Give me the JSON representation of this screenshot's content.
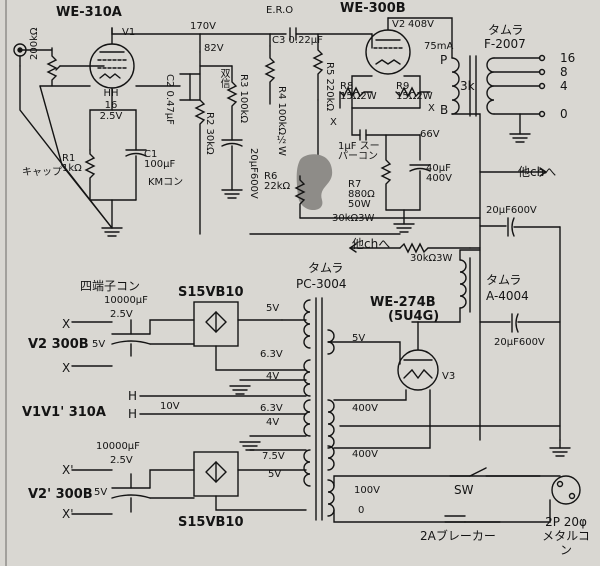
{
  "tubes": {
    "v1_type": "WE-310A",
    "v1_ref": "V1",
    "v2_type": "WE-300B",
    "v2_ref": "V2",
    "v2_plate_v": "408V",
    "v2_current": "75mA",
    "v3_type": "WE-274B",
    "v3_alt": "(5U4G)",
    "v3_ref": "V3"
  },
  "circuit_labels": {
    "ero": "E.R.O",
    "v_170": "170V",
    "v_82": "82V",
    "v_66": "66V",
    "c3": "C3 0.22μF",
    "c2": "C2 0.47μF",
    "c2_note": "双信",
    "c1": "C1 100μF",
    "c1_note": "KMコン",
    "r1": "R1 1kΩ",
    "r2": "R2 30kΩ",
    "r3": "R3 100kΩ",
    "r4": "R4 100kΩ½W",
    "r5": "R5 220kΩ",
    "r6": "R6 22kΩ",
    "r7": "R7 880Ω 50W",
    "r8": "R8 15Ω2W",
    "r9": "R9 15Ω2W",
    "pot": "200kΩ",
    "cap_label": "キャップ",
    "v1_vals": "HH 16 2.5V",
    "c_20uf": "20μF600V",
    "c_40uf": "40μF 400V",
    "c_super": "1μF スーパーコン",
    "r_30k3w": "30kΩ3W",
    "other_ch": "他chへ",
    "x": "X"
  },
  "output": {
    "tamura": "タムラ",
    "model": "F-2007",
    "imp": "3k",
    "p": "P",
    "b": "B",
    "t16": "16",
    "t8": "8",
    "t4": "4",
    "t0": "0"
  },
  "power": {
    "pc_brand": "タムラ",
    "pc_model": "PC-3004",
    "choke_brand": "タムラ",
    "choke_model": "A-4004",
    "bridge1": "S15VB10",
    "bridge2": "S15VB10",
    "four_term": "四端子コン",
    "cap_10000": "10000μF",
    "v_25": "2.5V",
    "v_5": "5V",
    "v2_300b": "V2 300B",
    "v2p_300b": "V2' 300B",
    "v1_310a": "V1V1' 310A",
    "h": "H",
    "xp": "X'",
    "v_63": "6.3V",
    "v_4": "4V",
    "v_10": "10V",
    "v_75": "7.5V",
    "v_400": "400V",
    "v_100": "100V",
    "v_0": "0",
    "sw": "SW",
    "breaker": "2Aブレーカー",
    "mains": "2P 20φ メタルコン"
  },
  "colors": {
    "paper": "#d9d7d2",
    "ink": "#141414",
    "shade": "#8e8c88"
  }
}
